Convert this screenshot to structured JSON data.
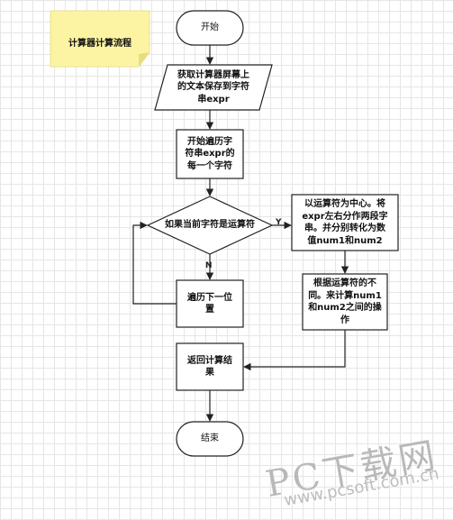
{
  "sticky_note": {
    "text": "计算器计算流程",
    "color": "#fcf4a3"
  },
  "nodes": {
    "start": "开始",
    "input": "获取计算器屏幕上\n的文本保存到字符\n串expr",
    "traverse": "开始遍历字\n符串expr的\n每一个字符",
    "decision": "如果当前字符是运算符",
    "next_pos": "遍历下一位\n置",
    "split": "以运算符为中心。将\nexpr左右分作两段字\n串。并分别转化为数\n值num1和num2",
    "compute": "根据运算符的不\n同。来计算num1\n和num2之间的操\n作",
    "return": "返回计算结\n果",
    "end": "结束"
  },
  "edge_labels": {
    "yes": "Y",
    "no": "N"
  },
  "watermark": {
    "brand": "PC下载网",
    "url": "www.pcsoft.com.cn"
  },
  "colors": {
    "stroke": "#222222",
    "fill": "#ffffff",
    "grid": "#e6e6e6"
  }
}
